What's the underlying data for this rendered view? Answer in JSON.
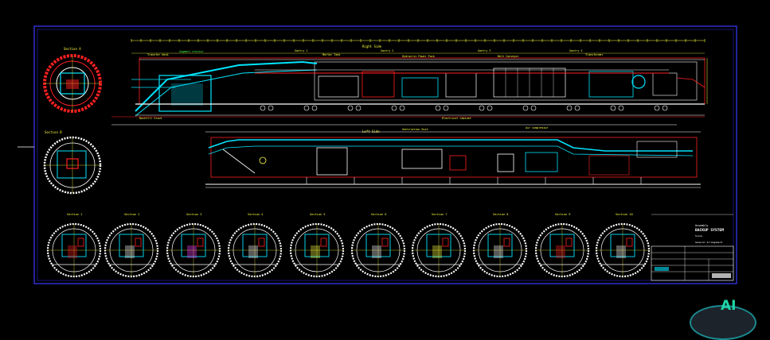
{
  "drawing": {
    "title_block": {
      "line1": "Assembly",
      "line2": "BACKUP SYSTEM",
      "line3": "Scale",
      "line4": "General Arrangement"
    },
    "view_labels": {
      "side_view": "Right Side",
      "plan_view": "Left Side"
    },
    "callouts": [
      "Transfer deck",
      "Segment erector",
      "Mortar Tank",
      "Gantry 1",
      "Gantry 2",
      "Gantry 3",
      "Gantry 4",
      "Hydraulic Power Pack",
      "Transformer",
      "Belt Conveyor",
      "Backfill Grout",
      "Electrical Cabinet",
      "Air compressor",
      "Ventilation Duct"
    ],
    "sections": [
      "Section 1",
      "Section 2",
      "Section 3",
      "Section 4",
      "Section 5",
      "Section 6",
      "Section 7",
      "Section 8",
      "Section 9",
      "Section 10"
    ],
    "left_sections": [
      "Section A",
      "Section B"
    ],
    "colors": {
      "background": "#000000",
      "frame": "#3a3aff",
      "structure": "#00e5ff",
      "red": "#ff2020",
      "yellow": "#ffff40",
      "white": "#ffffff",
      "magenta": "#ff40ff",
      "green": "#40ff40"
    }
  },
  "watermark": {
    "label": "AI"
  }
}
